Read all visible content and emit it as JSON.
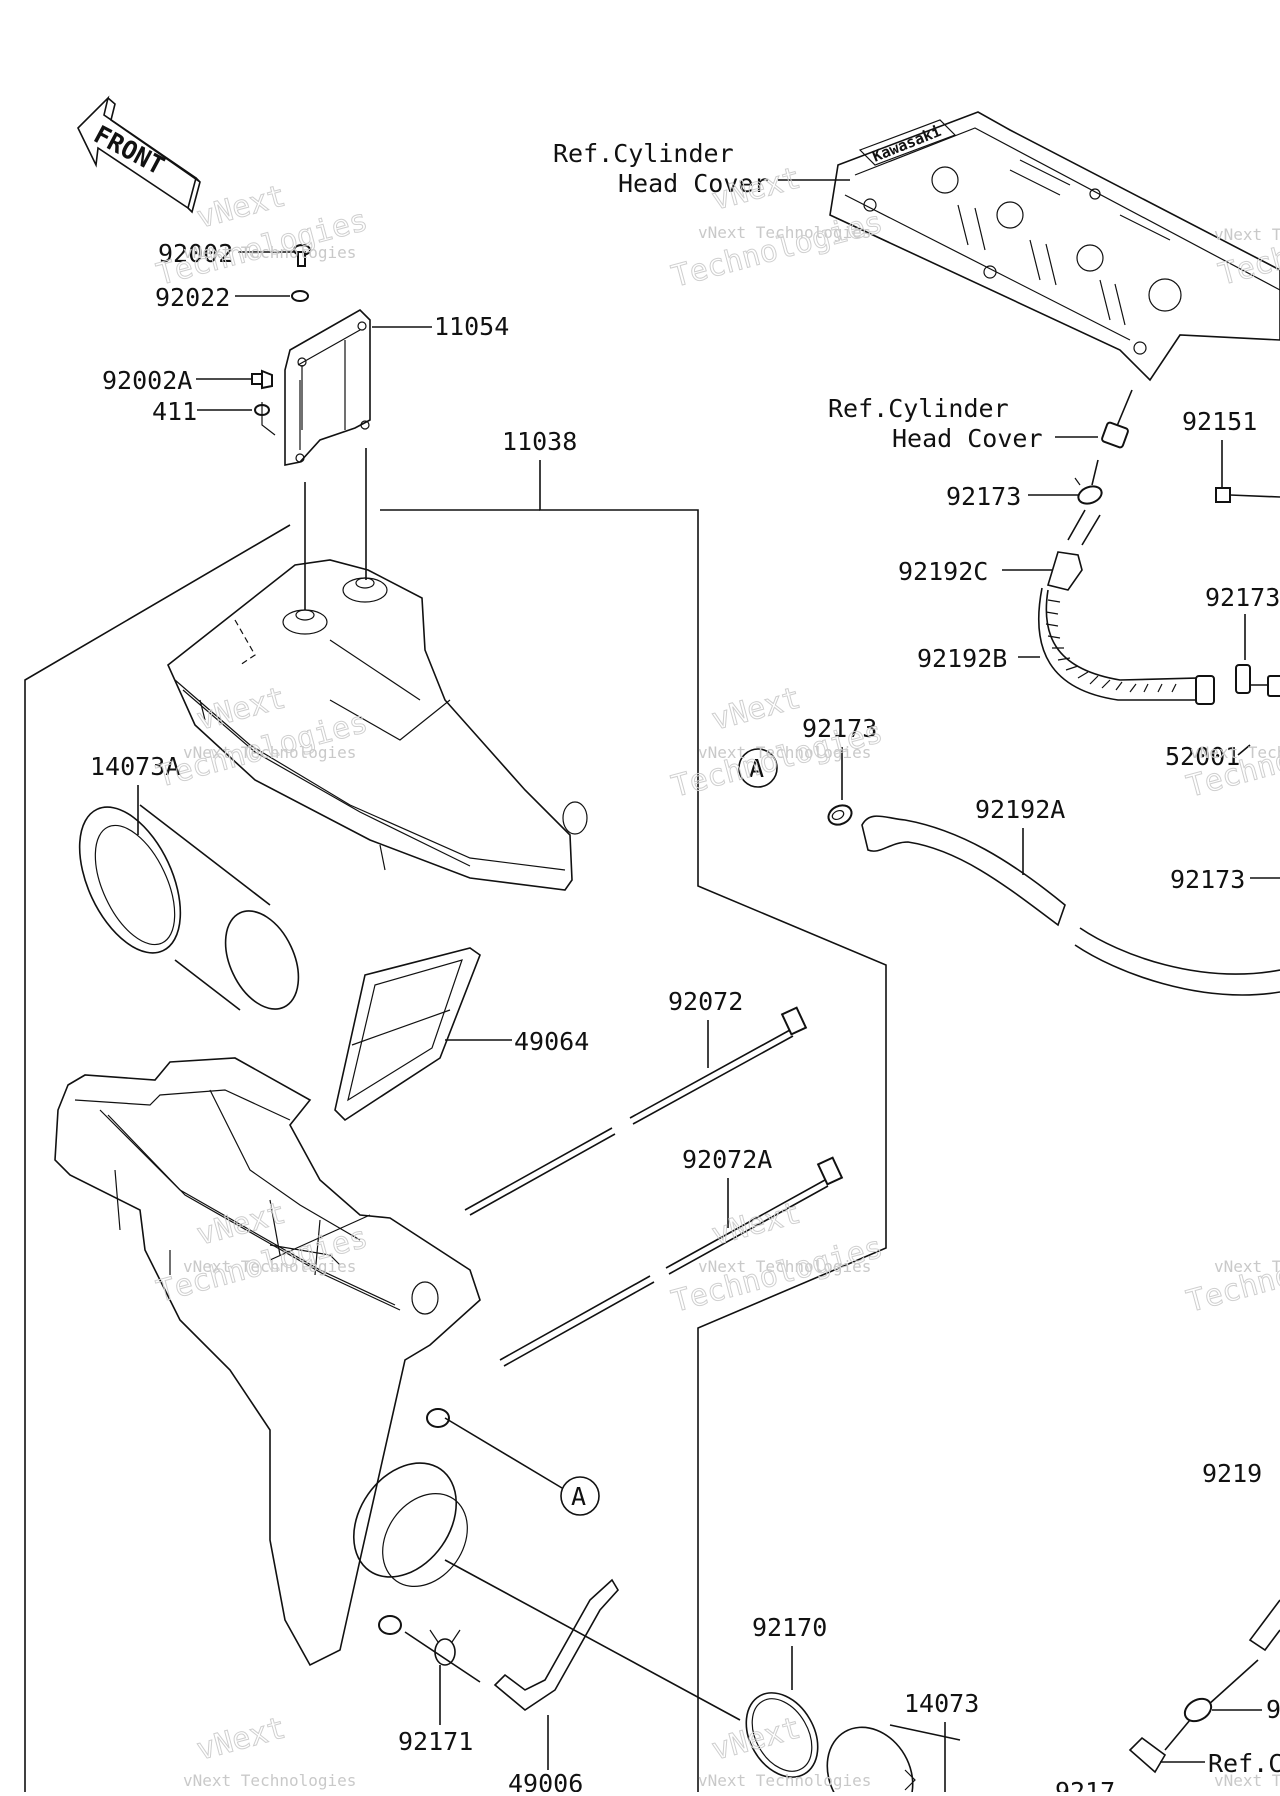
{
  "diagram": {
    "front_label": "FRONT",
    "labels": {
      "ref_cyl_head_cover_1": [
        "Ref.Cylinder",
        "Head Cover"
      ],
      "ref_cyl_head_cover_2": [
        "Ref.Cylinder",
        "Head Cover"
      ],
      "p92002": "92002",
      "p92022": "92022",
      "p11054": "11054",
      "p92002A": "92002A",
      "p411": "411",
      "p11038": "11038",
      "p14073A": "14073A",
      "p49064": "49064",
      "p92072": "92072",
      "p92072A": "92072A",
      "p92173_a": "92173",
      "p92192A": "92192A",
      "p92173_b": "92173",
      "p92192C": "92192C",
      "p92192B": "92192B",
      "p92173_c": "92173",
      "p92151": "92151",
      "p92173_d": "92173",
      "p52001": "52001",
      "p92170": "92170",
      "p14073": "14073",
      "p92171": "92171",
      "p49006": "49006",
      "p9219x": "9219",
      "p9_partial": "9",
      "ref_partial": "Ref.C",
      "p92170_b": "9217",
      "callout_a": "A"
    },
    "watermark_line1": "vNext Technologies",
    "watermark_line2": "vNext",
    "watermark_line3": "Technologies"
  }
}
